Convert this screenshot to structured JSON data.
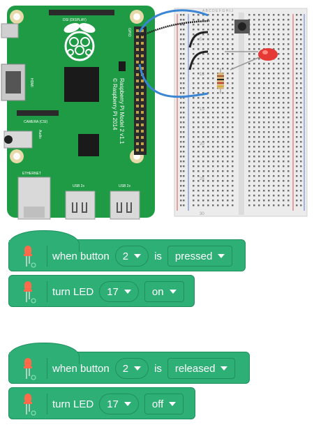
{
  "circuit": {
    "board_model": "Raspberry Pi Model 2 v1.1",
    "board_copyright": "© Raspberry Pi 2014",
    "gpio_label": "GPIO",
    "dsi_label": "DSI (DISPLAY)",
    "camera_label": "CAMERA (CSI)",
    "hdmi_label": "HDMI",
    "audio_label": "Audio",
    "ethernet_label": "ETHERNET",
    "usb_label_1": "USB 2x",
    "usb_label_2": "USB 2x",
    "board_color": "#1f9a45",
    "wire_blue": "#3a86d4",
    "wire_black": "#222222",
    "led_color": "#e53935",
    "breadboard_row_numbers": [
      "5",
      "10",
      "15",
      "20",
      "25",
      "30"
    ],
    "breadboard_column_letters": "A B C D E F G H I J"
  },
  "scripts": [
    {
      "hat": {
        "prefix": "when button",
        "button": "2",
        "middle": "is",
        "state": "pressed"
      },
      "action": {
        "prefix": "turn LED",
        "led": "17",
        "state": "on"
      }
    },
    {
      "hat": {
        "prefix": "when button",
        "button": "2",
        "middle": "is",
        "state": "released"
      },
      "action": {
        "prefix": "turn LED",
        "led": "17",
        "state": "off"
      }
    }
  ]
}
